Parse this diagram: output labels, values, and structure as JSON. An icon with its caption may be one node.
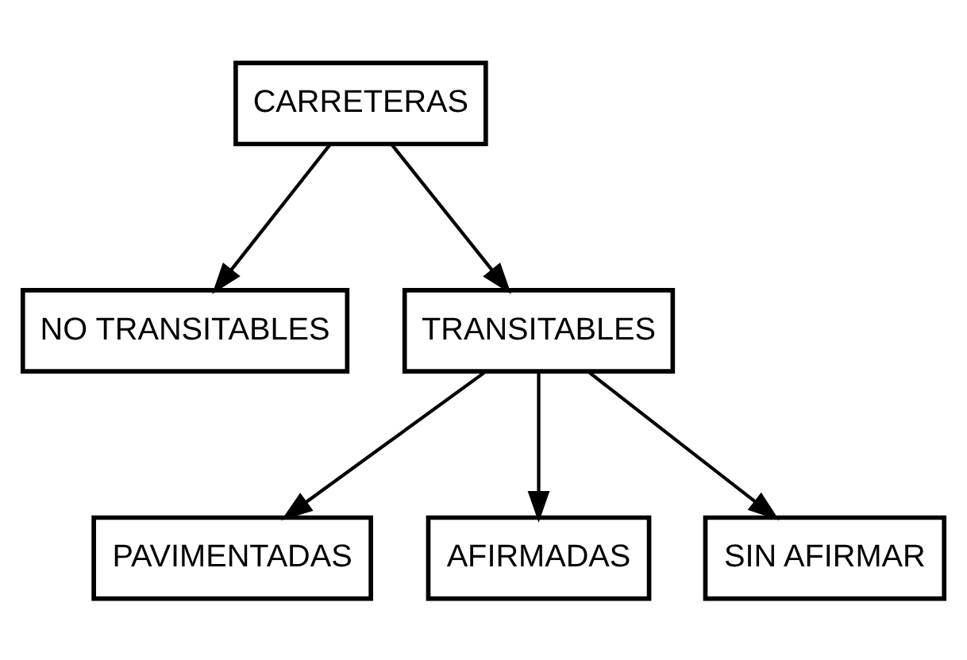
{
  "diagram": {
    "nodes": [
      {
        "text": [
          "CARRETERAS"
        ]
      },
      {
        "text": [
          "NO TRANSITABLES"
        ]
      },
      {
        "text": [
          "TRANSITABLES"
        ]
      },
      {
        "text": [
          "PAVIMENTADAS"
        ]
      },
      {
        "text": [
          "AFIRMADAS"
        ]
      },
      {
        "text": [
          "SIN AFIRMAR"
        ]
      }
    ],
    "edges": [
      {
        "from": 0,
        "to": 1,
        "arrow": "to"
      },
      {
        "from": 0,
        "to": 2,
        "arrow": "to"
      },
      {
        "from": 2,
        "to": 3,
        "arrow": "to"
      },
      {
        "from": 2,
        "to": 4,
        "arrow": "to"
      },
      {
        "from": 2,
        "to": 5,
        "arrow": "to"
      }
    ]
  }
}
